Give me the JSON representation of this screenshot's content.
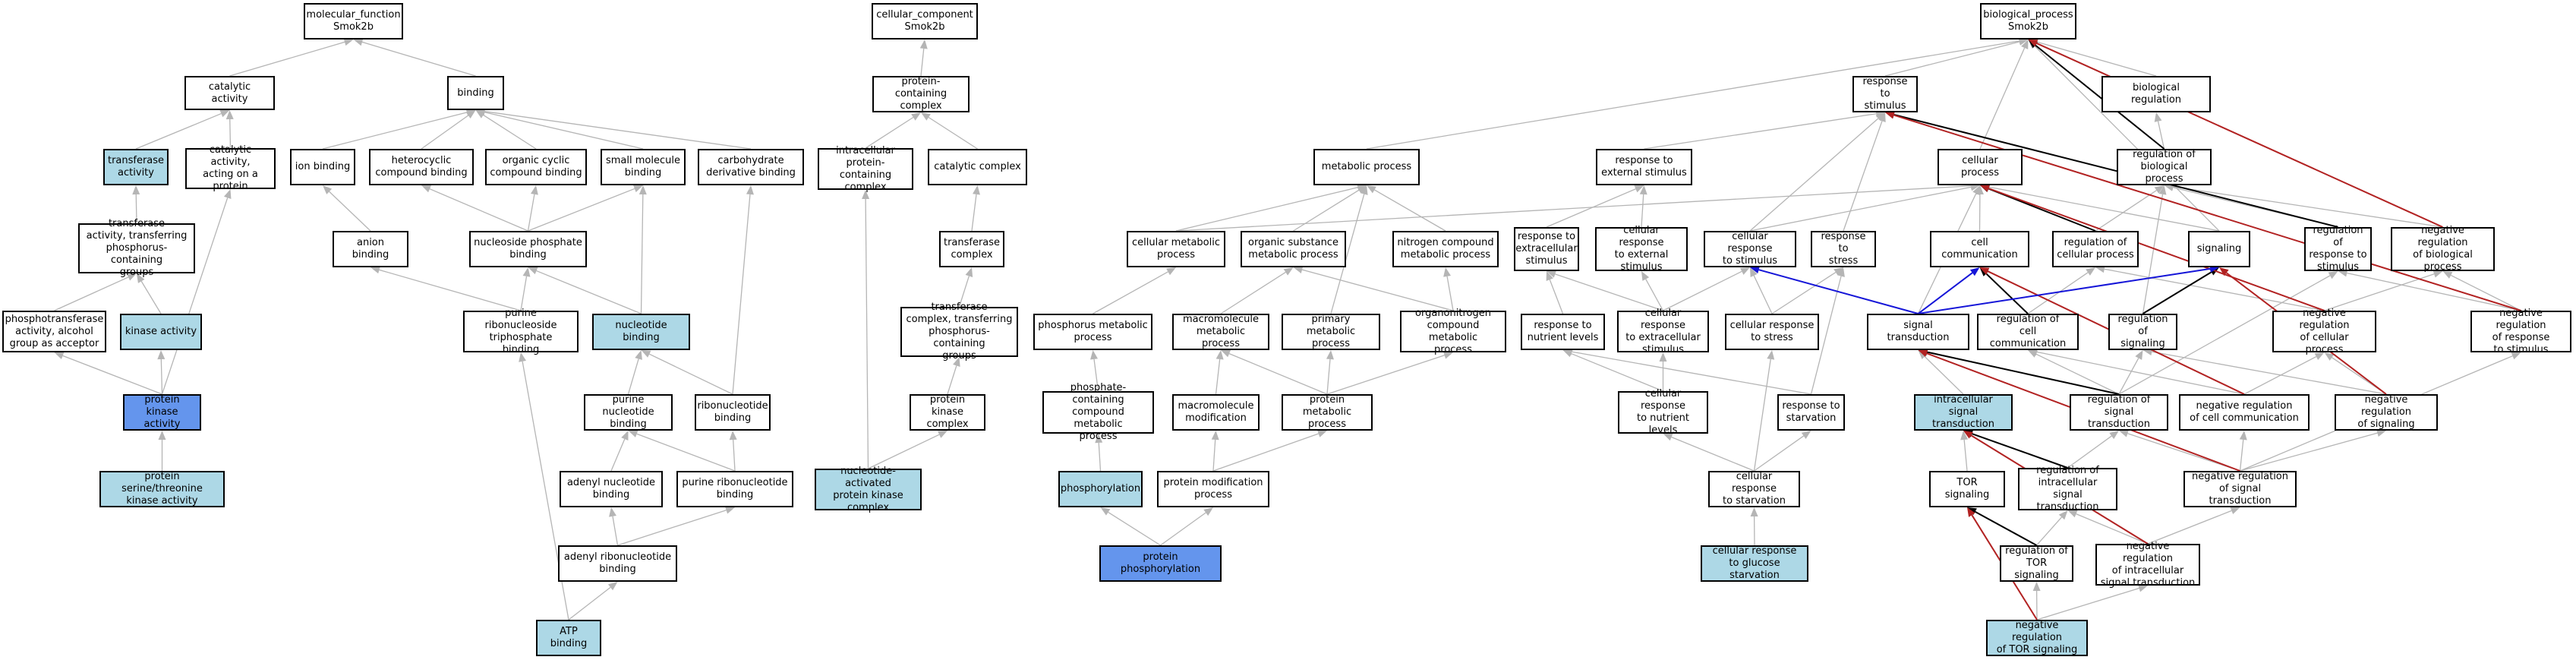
{
  "colors": {
    "edge_default": "#b5b5b5",
    "edge_strong": "#000000",
    "edge_red": "#b22222",
    "edge_blue": "#1515d8",
    "fill_light": "#add8e6",
    "fill_dark": "#6495ed"
  },
  "nodes": {
    "mf_root": {
      "label": "molecular_function\nSmok2b"
    },
    "catalytic_activity": {
      "label": "catalytic activity"
    },
    "binding": {
      "label": "binding"
    },
    "transferase_activity": {
      "label": "transferase\nactivity"
    },
    "catalytic_acting_protein": {
      "label": "catalytic activity,\nacting on a\nprotein"
    },
    "ion_binding": {
      "label": "ion binding"
    },
    "heterocyclic_binding": {
      "label": "heterocyclic\ncompound binding"
    },
    "organic_cyclic_binding": {
      "label": "organic cyclic\ncompound binding"
    },
    "small_molecule_binding": {
      "label": "small molecule\nbinding"
    },
    "carbohydrate_deriv_binding": {
      "label": "carbohydrate\nderivative binding"
    },
    "transferase_phospho": {
      "label": "transferase\nactivity, transferring\nphosphorus-containing\ngroups"
    },
    "anion_binding": {
      "label": "anion binding"
    },
    "nucleoside_phosphate_binding": {
      "label": "nucleoside phosphate\nbinding"
    },
    "phosphotransferase_alcohol": {
      "label": "phosphotransferase\nactivity, alcohol\ngroup as acceptor"
    },
    "kinase_activity": {
      "label": "kinase activity"
    },
    "purine_ribonucleoside_tp_binding": {
      "label": "purine ribonucleoside\ntriphosphate\nbinding"
    },
    "nucleotide_binding": {
      "label": "nucleotide binding"
    },
    "protein_kinase_activity": {
      "label": "protein kinase\nactivity"
    },
    "purine_nucleotide_binding": {
      "label": "purine nucleotide\nbinding"
    },
    "ribonucleotide_binding": {
      "label": "ribonucleotide\nbinding"
    },
    "protein_ser_thr_kinase": {
      "label": "protein serine/threonine\nkinase activity"
    },
    "adenyl_nucleotide_binding": {
      "label": "adenyl nucleotide\nbinding"
    },
    "purine_ribonucleotide_binding": {
      "label": "purine ribonucleotide\nbinding"
    },
    "adenyl_ribonucleotide_binding": {
      "label": "adenyl ribonucleotide\nbinding"
    },
    "atp_binding": {
      "label": "ATP binding"
    },
    "cc_root": {
      "label": "cellular_component\nSmok2b"
    },
    "protein_containing_complex": {
      "label": "protein-containing\ncomplex"
    },
    "intracellular_protein_complex": {
      "label": "intracellular\nprotein-containing\ncomplex"
    },
    "catalytic_complex": {
      "label": "catalytic complex"
    },
    "transferase_complex": {
      "label": "transferase\ncomplex"
    },
    "transferase_complex_phospho": {
      "label": "transferase\ncomplex, transferring\nphosphorus-containing\ngroups"
    },
    "protein_kinase_complex": {
      "label": "protein kinase\ncomplex"
    },
    "nucleotide_activated_pk_complex": {
      "label": "nucleotide-activated\nprotein kinase\ncomplex"
    },
    "bp_root": {
      "label": "biological_process\nSmok2b"
    },
    "response_to_stimulus": {
      "label": "response to\nstimulus"
    },
    "biological_regulation": {
      "label": "biological regulation"
    },
    "metabolic_process": {
      "label": "metabolic process"
    },
    "response_to_external_stimulus": {
      "label": "response to\nexternal stimulus"
    },
    "cellular_process": {
      "label": "cellular process"
    },
    "regulation_of_biological_process": {
      "label": "regulation of\nbiological process"
    },
    "cellular_metabolic_process": {
      "label": "cellular metabolic\nprocess"
    },
    "organic_substance_metabolic": {
      "label": "organic substance\nmetabolic process"
    },
    "nitrogen_compound_metabolic": {
      "label": "nitrogen compound\nmetabolic process"
    },
    "response_to_extracellular_stimulus": {
      "label": "response to\nextracellular\nstimulus"
    },
    "cellular_response_external": {
      "label": "cellular response\nto external\nstimulus"
    },
    "cellular_response_to_stimulus": {
      "label": "cellular response\nto stimulus"
    },
    "response_to_stress": {
      "label": "response to\nstress"
    },
    "cell_communication": {
      "label": "cell communication"
    },
    "regulation_of_cellular_process": {
      "label": "regulation of\ncellular process"
    },
    "signaling": {
      "label": "signaling"
    },
    "regulation_of_response_to_stimulus": {
      "label": "regulation of\nresponse to\nstimulus"
    },
    "negative_regulation_biological": {
      "label": "negative regulation\nof biological\nprocess"
    },
    "phosphorus_metabolic": {
      "label": "phosphorus metabolic\nprocess"
    },
    "macromolecule_metabolic": {
      "label": "macromolecule\nmetabolic process"
    },
    "primary_metabolic": {
      "label": "primary metabolic\nprocess"
    },
    "organonitrogen_metabolic": {
      "label": "organonitrogen\ncompound metabolic\nprocess"
    },
    "response_to_nutrient_levels": {
      "label": "response to\nnutrient levels"
    },
    "cellular_response_extracellular": {
      "label": "cellular response\nto extracellular\nstimulus"
    },
    "cellular_response_to_stress": {
      "label": "cellular response\nto stress"
    },
    "signal_transduction": {
      "label": "signal transduction"
    },
    "regulation_of_cell_communication": {
      "label": "regulation of\ncell communication"
    },
    "regulation_of_signaling": {
      "label": "regulation of\nsignaling"
    },
    "negative_regulation_cellular": {
      "label": "negative regulation\nof cellular\nprocess"
    },
    "negative_regulation_response": {
      "label": "negative regulation\nof response\nto stimulus"
    },
    "phosphate_containing_metabolic": {
      "label": "phosphate-containing\ncompound metabolic\nprocess"
    },
    "macromolecule_modification": {
      "label": "macromolecule\nmodification"
    },
    "protein_metabolic": {
      "label": "protein metabolic\nprocess"
    },
    "cellular_response_nutrient": {
      "label": "cellular response\nto nutrient\nlevels"
    },
    "response_to_starvation": {
      "label": "response to\nstarvation"
    },
    "intracellular_signal_transduction": {
      "label": "intracellular\nsignal transduction"
    },
    "regulation_of_signal_transduction": {
      "label": "regulation of\nsignal transduction"
    },
    "negative_regulation_cell_communication": {
      "label": "negative regulation\nof cell communication"
    },
    "negative_regulation_signaling": {
      "label": "negative regulation\nof signaling"
    },
    "phosphorylation": {
      "label": "phosphorylation"
    },
    "protein_modification_process": {
      "label": "protein modification\nprocess"
    },
    "cellular_response_starvation": {
      "label": "cellular response\nto starvation"
    },
    "tor_signaling": {
      "label": "TOR signaling"
    },
    "regulation_intracellular_signal": {
      "label": "regulation of\nintracellular\nsignal transduction"
    },
    "negative_regulation_signal_transduction": {
      "label": "negative regulation\nof signal transduction"
    },
    "protein_phosphorylation": {
      "label": "protein phosphorylation"
    },
    "cellular_response_glucose_starvation": {
      "label": "cellular response\nto glucose starvation"
    },
    "regulation_of_tor_signaling": {
      "label": "regulation of\nTOR signaling"
    },
    "negative_regulation_intracellular_signal": {
      "label": "negative regulation\nof intracellular\nsignal transduction"
    },
    "negative_regulation_tor_signaling": {
      "label": "negative regulation\nof TOR signaling"
    }
  }
}
